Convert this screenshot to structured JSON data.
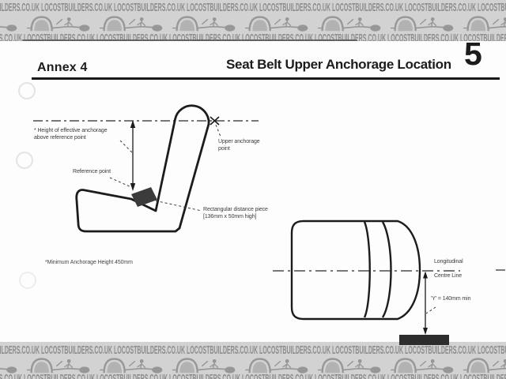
{
  "watermark": {
    "text": "LOCOSTBUILDERS.CO.UK"
  },
  "header": {
    "annex": "Annex 4",
    "title": "Seat Belt Upper Anchorage Location",
    "page_number": "5"
  },
  "side_view": {
    "height_label": "* Height of effective anchorage\nabove reference point",
    "upper_anchorage_label": "Upper anchorage\npoint",
    "reference_point_label": "Reference point",
    "distance_piece_label": "Rectangular distance piece\n[136mm x 50mm high]",
    "footnote": "*Minimum Anchorage Height 450mm"
  },
  "top_view": {
    "longitudinal_label": "Longitudinal",
    "centre_line_label": "Centre Line",
    "y_dimension_label": "'Y' = 140mm min"
  },
  "colors": {
    "banner_background": "#d2d2d2",
    "banner_text": "#8d8d8d",
    "ink": "#1c1c1c"
  }
}
